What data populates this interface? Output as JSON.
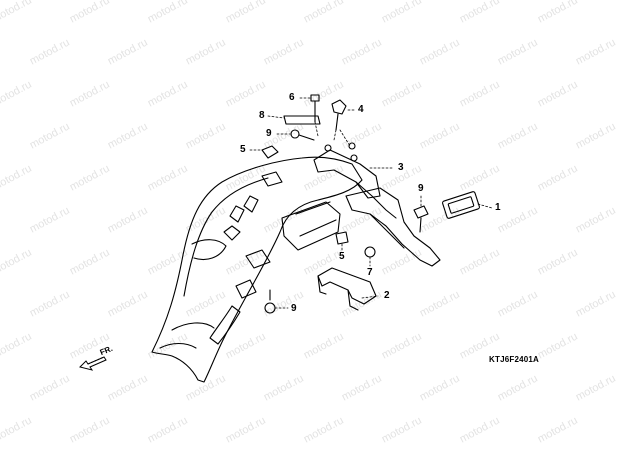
{
  "watermark": {
    "text": "motod.ru"
  },
  "callouts": [
    "1",
    "2",
    "3",
    "4",
    "5",
    "5",
    "6",
    "7",
    "8",
    "9",
    "9",
    "9"
  ],
  "direction_label": "FR.",
  "diagram_code": "KTJ6F2401A",
  "colors": {
    "line": "#000000",
    "watermark": "#e3e3e3",
    "background": "#ffffff"
  }
}
